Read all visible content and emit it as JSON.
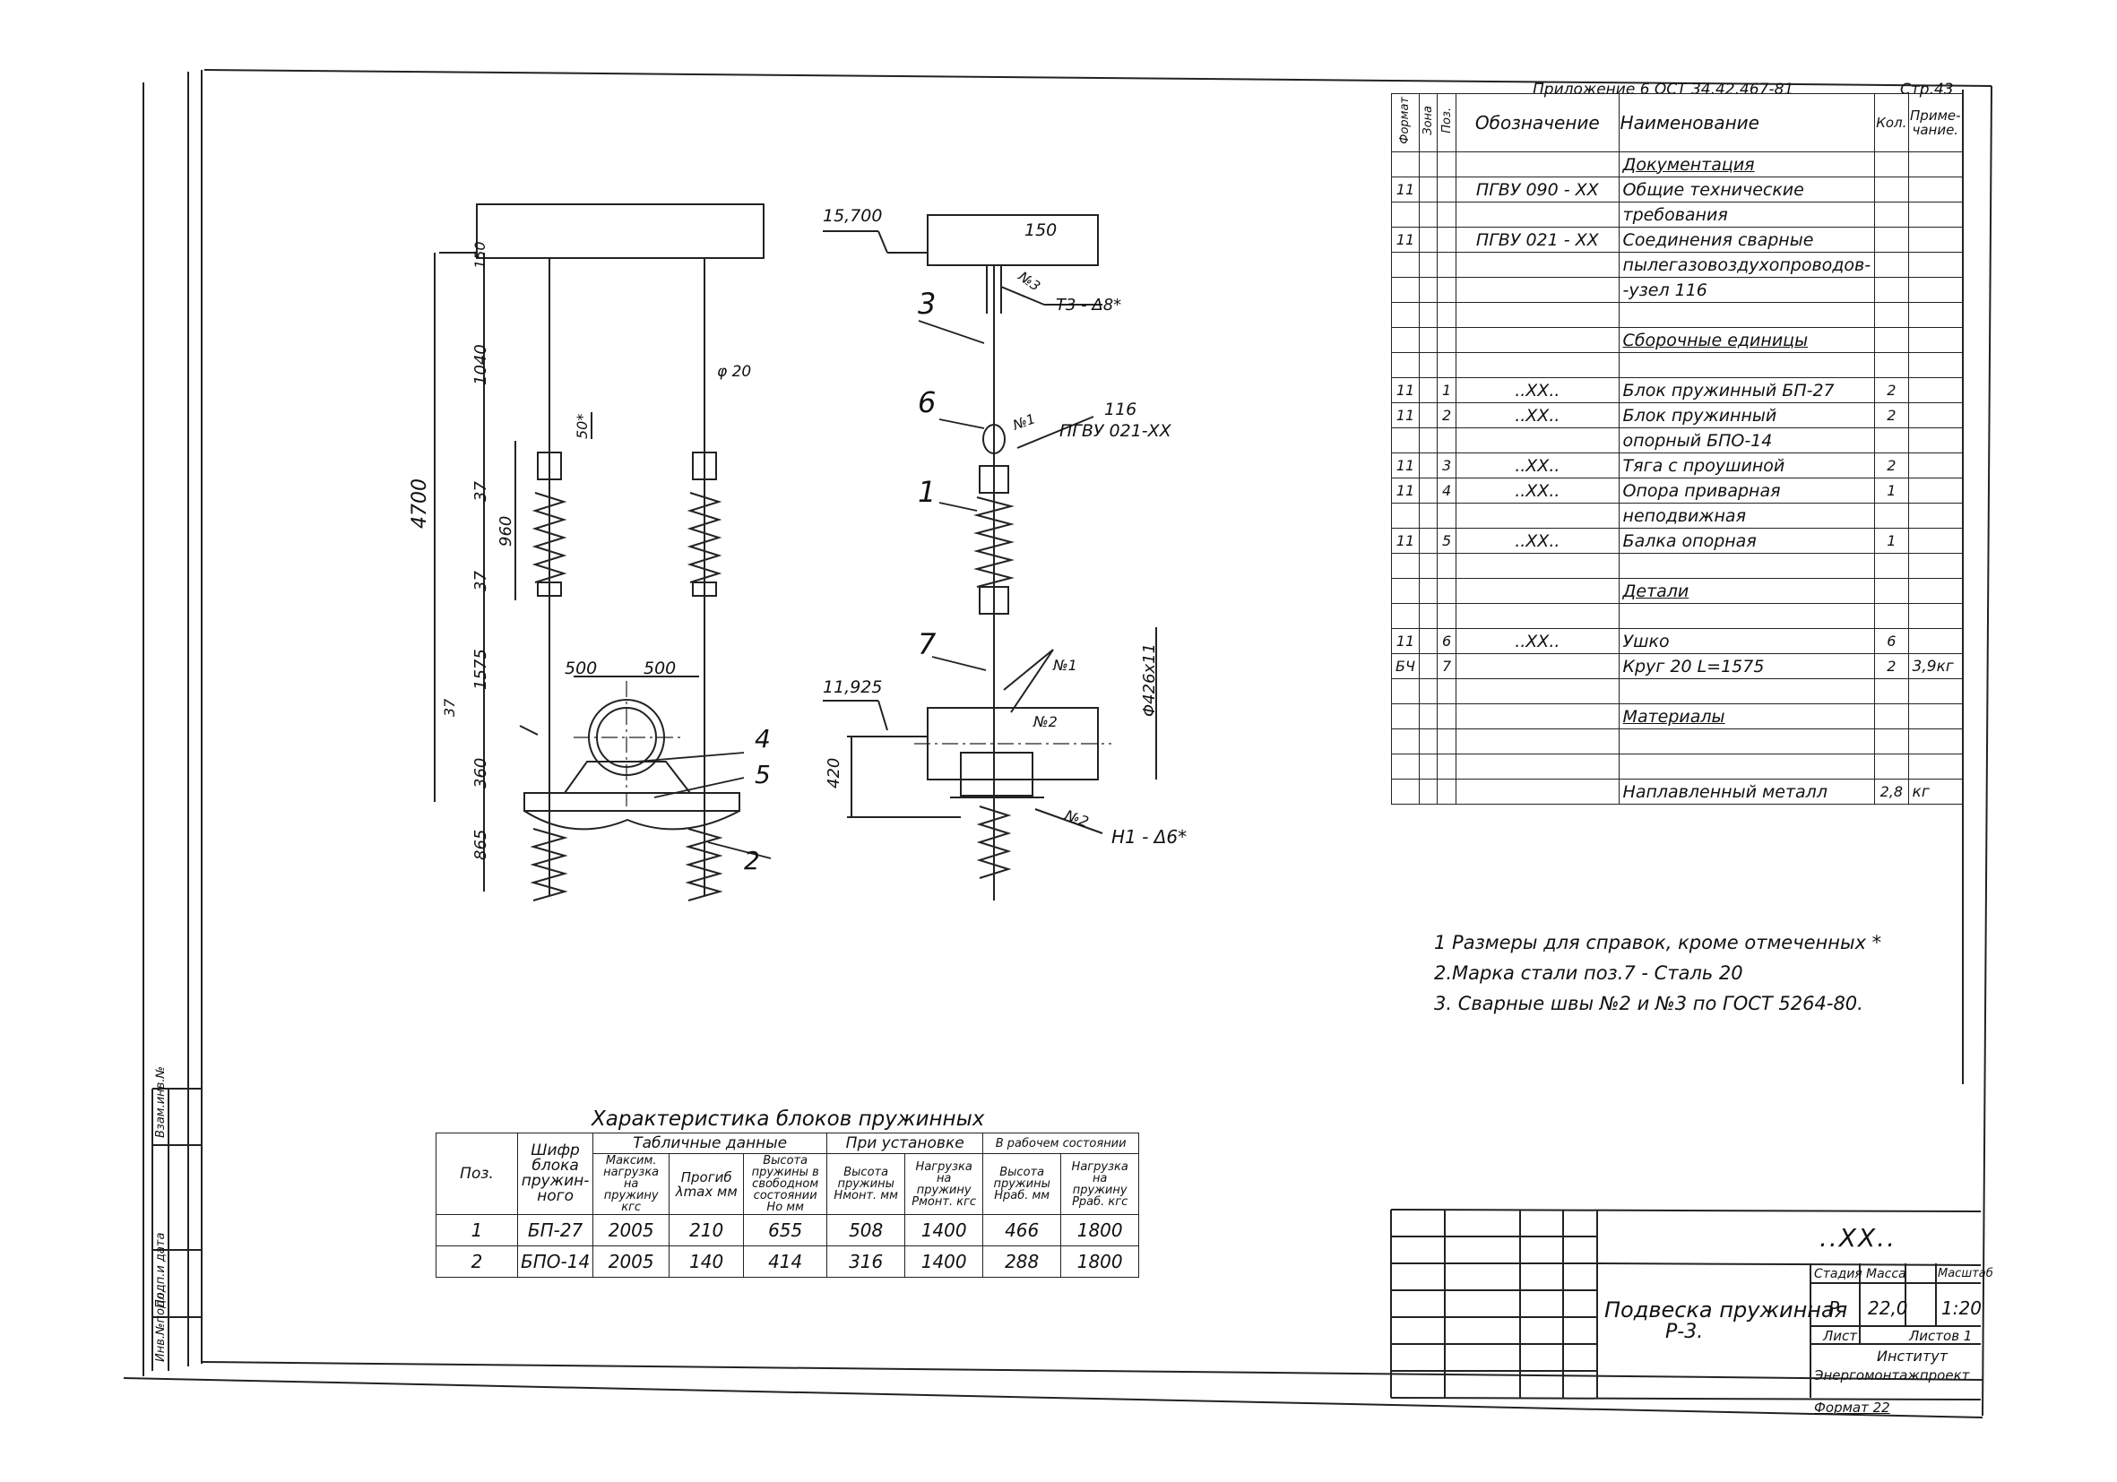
{
  "header": {
    "reference": "Приложение 6   ОСТ 34.42.467-81",
    "page": "Стр.43"
  },
  "spec": {
    "col_format": "Формат",
    "col_zone": "Зона",
    "col_pos": "Поз.",
    "col_designation": "Обозначение",
    "col_name": "Наименование",
    "col_qty": "Кол.",
    "col_note": "Приме-чание.",
    "rows": [
      {
        "f": "",
        "p": "",
        "d": "",
        "n": "Документация",
        "q": "",
        "note": "",
        "u": true
      },
      {
        "f": "11",
        "p": "",
        "d": "ПГВУ 090 - ХХ",
        "n": "Общие технические",
        "q": "",
        "note": ""
      },
      {
        "f": "",
        "p": "",
        "d": "",
        "n": "требования",
        "q": "",
        "note": ""
      },
      {
        "f": "11",
        "p": "",
        "d": "ПГВУ 021 - ХХ",
        "n": "Соединения сварные",
        "q": "",
        "note": ""
      },
      {
        "f": "",
        "p": "",
        "d": "",
        "n": "пылегазовоздухопроводов-",
        "q": "",
        "note": ""
      },
      {
        "f": "",
        "p": "",
        "d": "",
        "n": "-узел 116",
        "q": "",
        "note": ""
      },
      {
        "f": "",
        "p": "",
        "d": "",
        "n": "",
        "q": "",
        "note": ""
      },
      {
        "f": "",
        "p": "",
        "d": "",
        "n": "Сборочные единицы",
        "q": "",
        "note": "",
        "u": true
      },
      {
        "f": "",
        "p": "",
        "d": "",
        "n": "",
        "q": "",
        "note": ""
      },
      {
        "f": "11",
        "p": "1",
        "d": "..ХХ..",
        "n": "Блок пружинный БП-27",
        "q": "2",
        "note": ""
      },
      {
        "f": "11",
        "p": "2",
        "d": "..ХХ..",
        "n": "Блок пружинный",
        "q": "2",
        "note": ""
      },
      {
        "f": "",
        "p": "",
        "d": "",
        "n": "опорный  БПО-14",
        "q": "",
        "note": ""
      },
      {
        "f": "11",
        "p": "3",
        "d": "..ХХ..",
        "n": "Тяга с проушиной",
        "q": "2",
        "note": ""
      },
      {
        "f": "11",
        "p": "4",
        "d": "..ХХ..",
        "n": "Опора приварная",
        "q": "1",
        "note": ""
      },
      {
        "f": "",
        "p": "",
        "d": "",
        "n": "неподвижная",
        "q": "",
        "note": ""
      },
      {
        "f": "11",
        "p": "5",
        "d": "..ХХ..",
        "n": "Балка опорная",
        "q": "1",
        "note": ""
      },
      {
        "f": "",
        "p": "",
        "d": "",
        "n": "",
        "q": "",
        "note": ""
      },
      {
        "f": "",
        "p": "",
        "d": "",
        "n": "Детали",
        "q": "",
        "note": "",
        "u": true
      },
      {
        "f": "",
        "p": "",
        "d": "",
        "n": "",
        "q": "",
        "note": ""
      },
      {
        "f": "11",
        "p": "6",
        "d": "..ХХ..",
        "n": "Ушко",
        "q": "6",
        "note": ""
      },
      {
        "f": "БЧ",
        "p": "7",
        "d": "",
        "n": "Круг 20   L=1575",
        "q": "2",
        "note": "3,9кг"
      },
      {
        "f": "",
        "p": "",
        "d": "",
        "n": "",
        "q": "",
        "note": ""
      },
      {
        "f": "",
        "p": "",
        "d": "",
        "n": "Материалы",
        "q": "",
        "note": "",
        "u": true
      },
      {
        "f": "",
        "p": "",
        "d": "",
        "n": "",
        "q": "",
        "note": ""
      },
      {
        "f": "",
        "p": "",
        "d": "",
        "n": "",
        "q": "",
        "note": ""
      },
      {
        "f": "",
        "p": "",
        "d": "",
        "n": "Наплавленный металл",
        "q": "2,8",
        "note": "кг"
      }
    ]
  },
  "notes": [
    "1 Размеры для справок, кроме отмеченных *",
    "2.Марка стали поз.7 - Сталь 20",
    "3. Сварные швы №2 и №3 по ГОСТ 5264-80."
  ],
  "characteristics": {
    "title": "Характеристика блоков пружинных",
    "h_pos": "Поз.",
    "h_code": "Шифр блока пружин-ного",
    "h_table": "Табличные данные",
    "h_install": "При установке",
    "h_work": "В рабочем состоянии",
    "h_maxload": "Максим. нагрузка на пружину кгс",
    "h_deflect": "Прогиб λmax мм",
    "h_height_free": "Высота пружины в свободном состоянии Но мм",
    "h_height_mont": "Высота пружины Нмонт. мм",
    "h_load_mont": "Нагрузка на пружину Рмонт. кгс",
    "h_height_work": "Высота пружины Нраб. мм",
    "h_load_work": "Нагрузка на пружину Рраб. кгс",
    "rows": [
      [
        "1",
        "БП-27",
        "2005",
        "210",
        "655",
        "508",
        "1400",
        "466",
        "1800"
      ],
      [
        "2",
        "БПО-14",
        "2005",
        "140",
        "414",
        "316",
        "1400",
        "288",
        "1800"
      ]
    ]
  },
  "title_block": {
    "code": "..ХХ..",
    "name_line1": "Подвеска пружинная",
    "name_line2": "Р-3.",
    "stage_label": "Стадия",
    "mass_label": "Масса",
    "scale_label": "Масштаб",
    "stage": "Р",
    "mass": "22,0",
    "scale": "1:20",
    "sheet_label": "Лист",
    "sheets_label": "Листов 1",
    "org_line1": "Институт",
    "org_line2": "Энергомонтажпроект",
    "format": "Формат 22"
  },
  "side_stamp": [
    "Инв.№подл.",
    "Подп.и дата",
    "Взам.инв.№"
  ],
  "drawing": {
    "dim_4700": "4700",
    "dim_150": "150",
    "dim_1040": "1040",
    "dim_50": "50*",
    "dim_37a": "37",
    "dim_960": "960",
    "dim_37b": "37",
    "dim_1575": "1575",
    "dim_37c": "37",
    "dim_360": "360",
    "dim_865": "865",
    "dim_500a": "500",
    "dim_500b": "500",
    "phi20": "φ 20",
    "elev_top": "15,700",
    "dim_150b": "150",
    "weld3": "№3",
    "weld_t3": "Т3 - Δ8*",
    "weld1": "№1",
    "node_116": "116",
    "node_ref": "ПГВУ 021-ХХ",
    "weld1b": "№1",
    "elev_pipe": "11,925",
    "pipe_dim": "Φ426x11",
    "weld2": "№2",
    "weld2b": "№2",
    "weld_h1": "Н1 - Δ6*",
    "dim_420": "420",
    "pos1": "1",
    "pos2": "2",
    "pos3": "3",
    "pos4": "4",
    "pos5": "5",
    "pos6": "6",
    "pos7": "7"
  }
}
